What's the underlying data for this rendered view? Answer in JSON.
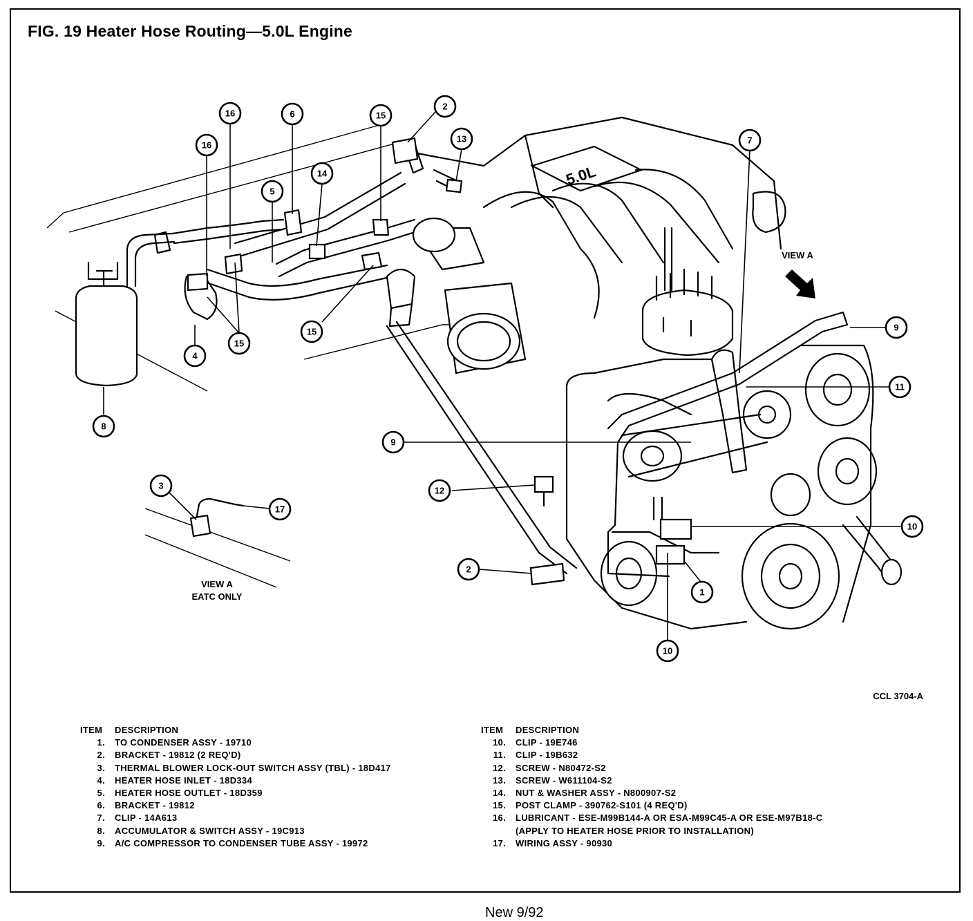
{
  "figure": {
    "title": "FIG. 19 Heater Hose Routing—5.0L Engine",
    "drawing_code": "CCL 3704-A",
    "footer": "New 9/92",
    "engine_badge": "5.0L",
    "view_a_label": "VIEW A",
    "view_a_caption_line1": "VIEW A",
    "view_a_caption_line2": "EATC ONLY"
  },
  "callouts": [
    {
      "id": "c16a",
      "label": "16"
    },
    {
      "id": "c16b",
      "label": "16"
    },
    {
      "id": "c6",
      "label": "6"
    },
    {
      "id": "c5",
      "label": "5"
    },
    {
      "id": "c14",
      "label": "14"
    },
    {
      "id": "c15a",
      "label": "15"
    },
    {
      "id": "c2a",
      "label": "2"
    },
    {
      "id": "c13",
      "label": "13"
    },
    {
      "id": "c7",
      "label": "7"
    },
    {
      "id": "c4",
      "label": "4"
    },
    {
      "id": "c15b",
      "label": "15"
    },
    {
      "id": "c15c",
      "label": "15"
    },
    {
      "id": "c8",
      "label": "8"
    },
    {
      "id": "c9a",
      "label": "9"
    },
    {
      "id": "c9b",
      "label": "9"
    },
    {
      "id": "c11",
      "label": "11"
    },
    {
      "id": "c12",
      "label": "12"
    },
    {
      "id": "c3",
      "label": "3"
    },
    {
      "id": "c17",
      "label": "17"
    },
    {
      "id": "c10a",
      "label": "10"
    },
    {
      "id": "c2b",
      "label": "2"
    },
    {
      "id": "c1",
      "label": "1"
    },
    {
      "id": "c10b",
      "label": "10"
    }
  ],
  "legend": {
    "header_item": "ITEM",
    "header_description": "DESCRIPTION",
    "left": [
      {
        "item": "1.",
        "description": "TO CONDENSER ASSY - 19710"
      },
      {
        "item": "2.",
        "description": "BRACKET - 19812 (2 REQ'D)"
      },
      {
        "item": "3.",
        "description": "THERMAL BLOWER LOCK-OUT SWITCH ASSY (TBL) - 18D417"
      },
      {
        "item": "4.",
        "description": "HEATER HOSE INLET - 18D334"
      },
      {
        "item": "5.",
        "description": "HEATER HOSE OUTLET - 18D359"
      },
      {
        "item": "6.",
        "description": "BRACKET - 19812"
      },
      {
        "item": "7.",
        "description": "CLIP - 14A613"
      },
      {
        "item": "8.",
        "description": "ACCUMULATOR & SWITCH ASSY - 19C913"
      },
      {
        "item": "9.",
        "description": "A/C COMPRESSOR TO CONDENSER TUBE ASSY - 19972"
      }
    ],
    "right": [
      {
        "item": "10.",
        "description": "CLIP - 19E746"
      },
      {
        "item": "11.",
        "description": "CLIP - 19B632"
      },
      {
        "item": "12.",
        "description": "SCREW - N80472-S2"
      },
      {
        "item": "13.",
        "description": "SCREW - W611104-S2"
      },
      {
        "item": "14.",
        "description": "NUT & WASHER ASSY - N800907-S2"
      },
      {
        "item": "15.",
        "description": "POST CLAMP - 390762-S101 (4 REQ'D)"
      },
      {
        "item": "16.",
        "description": "LUBRICANT - ESE-M99B144-A OR ESA-M99C45-A OR ESE-M97B18-C"
      },
      {
        "item": "",
        "description": "(APPLY TO HEATER HOSE PRIOR TO INSTALLATION)"
      },
      {
        "item": "17.",
        "description": "WIRING ASSY - 90930"
      }
    ]
  }
}
